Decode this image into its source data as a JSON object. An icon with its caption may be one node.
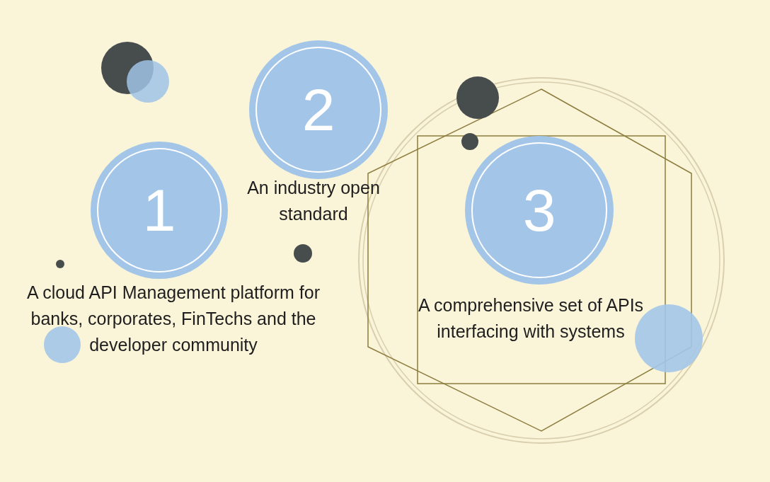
{
  "diagram": {
    "nodes": [
      {
        "text": [
          "1"
        ],
        "beside": [
          "A cloud API Management platform for banks, corporates, FinTechs and the developer community"
        ]
      },
      {
        "text": [
          "2"
        ],
        "beside": [
          "An industry open standard"
        ]
      },
      {
        "text": [
          "3"
        ],
        "beside": [
          "A comprehensive set of APIs interfacing with systems"
        ]
      }
    ]
  }
}
